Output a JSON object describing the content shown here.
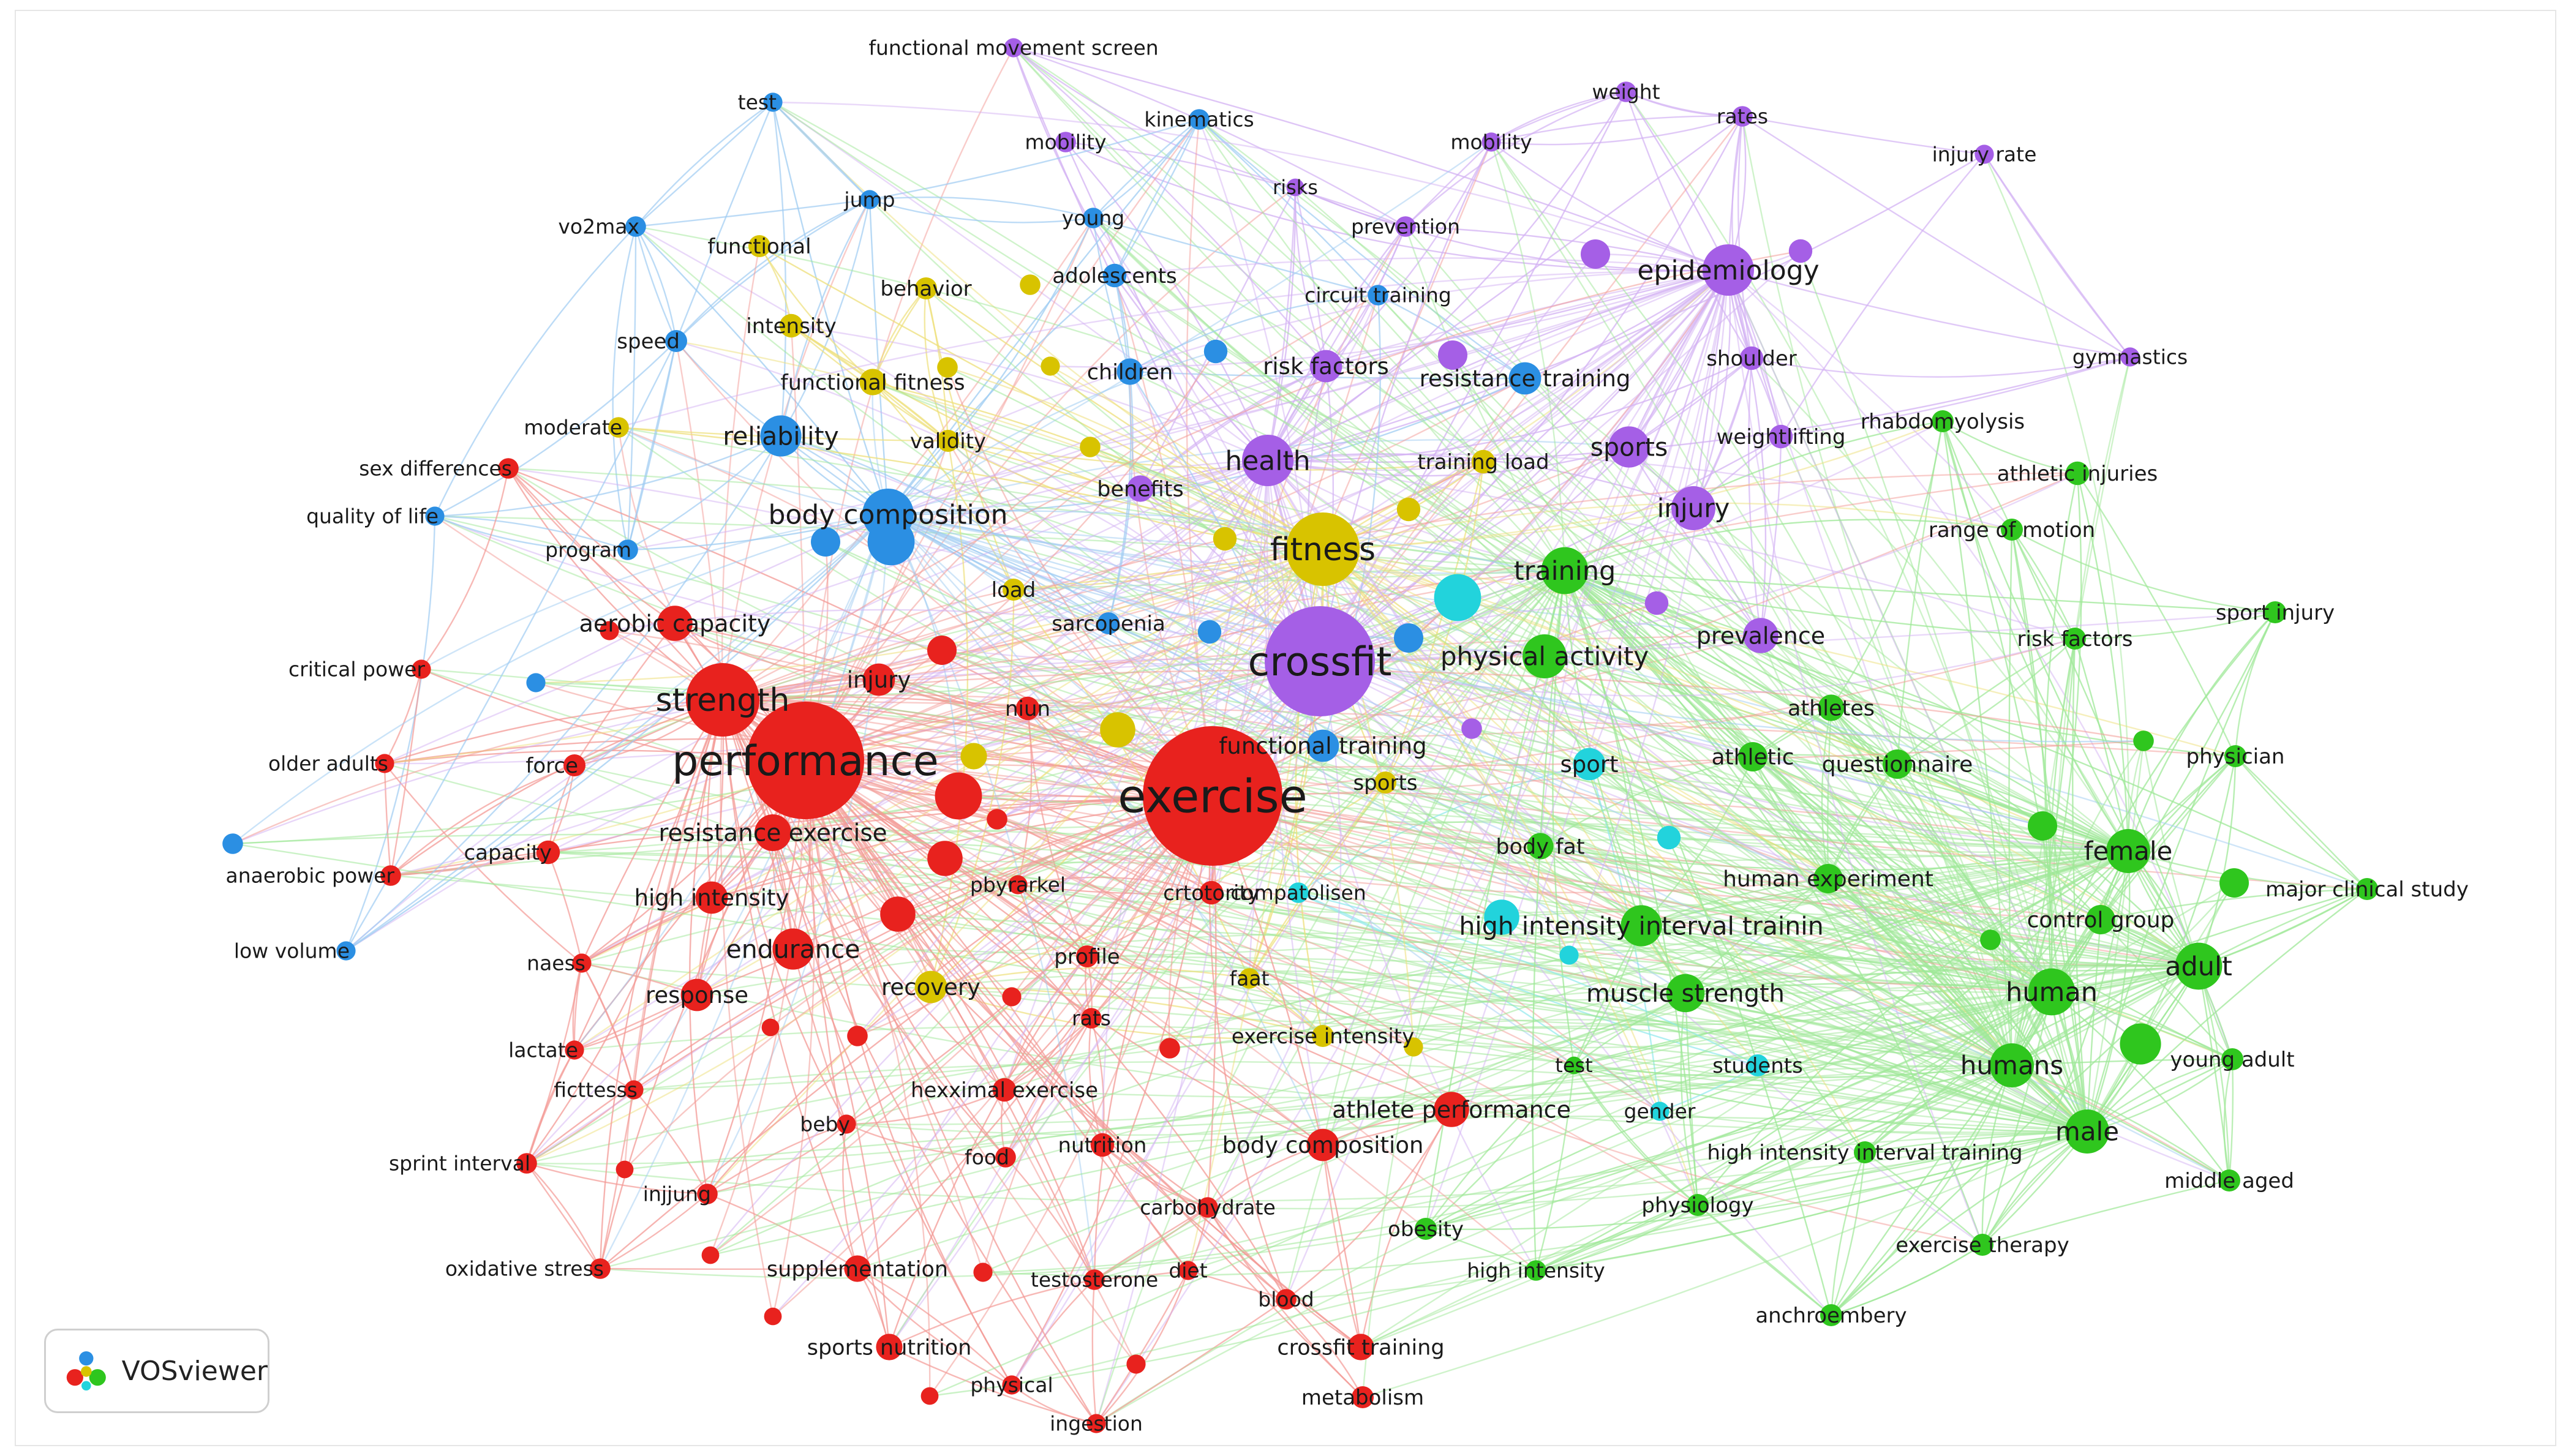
{
  "colors": {
    "red": "#e8221e",
    "green": "#2fc61e",
    "blue": "#2b8fe3",
    "yellow": "#d8c300",
    "purple": "#a55fe6",
    "cyan": "#22d3dc",
    "red_link": "#f39a96",
    "green_link": "#9fe898",
    "blue_link": "#9fccf2",
    "yellow_link": "#eedf7a",
    "purple_link": "#d3b2f3",
    "cyan_link": "#8ee8ec"
  },
  "brand": {
    "label": "VOSviewer",
    "icon": "vosviewer-logo-icon"
  },
  "nodes": [
    {
      "id": "exercise",
      "label": "exercise",
      "c": "red",
      "w": 9.5
    },
    {
      "id": "crossfit",
      "label": "crossfit",
      "c": "purple",
      "w": 7.5
    },
    {
      "id": "performance",
      "label": "performance",
      "c": "red",
      "w": 8
    },
    {
      "id": "strength",
      "label": "strength",
      "c": "red",
      "w": 5
    },
    {
      "id": "fitness",
      "label": "fitness",
      "c": "yellow",
      "w": 5
    },
    {
      "id": "health",
      "label": "health",
      "c": "purple",
      "w": 3.5
    },
    {
      "id": "epidemiology",
      "label": "epidemiology",
      "c": "purple",
      "w": 3.5
    },
    {
      "id": "body_composition_b",
      "label": "body composition",
      "c": "blue",
      "w": 3.5
    },
    {
      "id": "reliability",
      "label": "reliability",
      "c": "blue",
      "w": 2.8
    },
    {
      "id": "training",
      "label": "training",
      "c": "green",
      "w": 3.2
    },
    {
      "id": "physical_activity",
      "label": "physical activity",
      "c": "green",
      "w": 3
    },
    {
      "id": "injury_p",
      "label": "injury",
      "c": "purple",
      "w": 3
    },
    {
      "id": "sports_p",
      "label": "sports",
      "c": "purple",
      "w": 2.8
    },
    {
      "id": "prevalence",
      "label": "prevalence",
      "c": "purple",
      "w": 2.4
    },
    {
      "id": "risk_factors_p",
      "label": "risk factors",
      "c": "purple",
      "w": 2.2
    },
    {
      "id": "resistance_training",
      "label": "resistance training",
      "c": "blue",
      "w": 2.2
    },
    {
      "id": "weightlifting",
      "label": "weightlifting",
      "c": "purple",
      "w": 1.6
    },
    {
      "id": "shoulder",
      "label": "shoulder",
      "c": "purple",
      "w": 1.6
    },
    {
      "id": "training_load",
      "label": "training load",
      "c": "yellow",
      "w": 1.6
    },
    {
      "id": "benefits",
      "label": "benefits",
      "c": "purple",
      "w": 1.8
    },
    {
      "id": "circuit_training",
      "label": "circuit training",
      "c": "blue",
      "w": 1.4
    },
    {
      "id": "prevention",
      "label": "prevention",
      "c": "purple",
      "w": 1.4
    },
    {
      "id": "mobility_p",
      "label": "mobility",
      "c": "purple",
      "w": 1.4
    },
    {
      "id": "weight",
      "label": "weight",
      "c": "purple",
      "w": 1.4
    },
    {
      "id": "rates",
      "label": "rates",
      "c": "purple",
      "w": 1.4
    },
    {
      "id": "injury_rate",
      "label": "injury rate",
      "c": "purple",
      "w": 1.3
    },
    {
      "id": "risks",
      "label": "risks",
      "c": "purple",
      "w": 1.2
    },
    {
      "id": "gymnastics",
      "label": "gymnastics",
      "c": "purple",
      "w": 1.3
    },
    {
      "id": "functional_movement_screen",
      "label": "functional movement screen",
      "c": "purple",
      "w": 1.3
    },
    {
      "id": "mobility_b",
      "label": "mobility",
      "c": "purple",
      "w": 1.3
    },
    {
      "id": "kinematics",
      "label": "kinematics",
      "c": "blue",
      "w": 1.4
    },
    {
      "id": "test_b",
      "label": "test",
      "c": "blue",
      "w": 1.3
    },
    {
      "id": "jump",
      "label": "jump",
      "c": "blue",
      "w": 1.3
    },
    {
      "id": "vo2max",
      "label": "vo2max",
      "c": "blue",
      "w": 1.4
    },
    {
      "id": "speed",
      "label": "speed",
      "c": "blue",
      "w": 1.5
    },
    {
      "id": "young",
      "label": "young",
      "c": "blue",
      "w": 1.4
    },
    {
      "id": "adolescents",
      "label": "adolescents",
      "c": "blue",
      "w": 1.6
    },
    {
      "id": "children",
      "label": "children",
      "c": "blue",
      "w": 1.8
    },
    {
      "id": "functional",
      "label": "functional",
      "c": "yellow",
      "w": 1.5
    },
    {
      "id": "behavior",
      "label": "behavior",
      "c": "yellow",
      "w": 1.5
    },
    {
      "id": "intensity",
      "label": "intensity",
      "c": "yellow",
      "w": 1.6
    },
    {
      "id": "functional_fitness",
      "label": "functional fitness",
      "c": "yellow",
      "w": 1.8
    },
    {
      "id": "validity",
      "label": "validity",
      "c": "yellow",
      "w": 1.5
    },
    {
      "id": "moderate",
      "label": "moderate",
      "c": "yellow",
      "w": 1.4
    },
    {
      "id": "sex_differences",
      "label": "sex differences",
      "c": "red",
      "w": 1.4
    },
    {
      "id": "quality_of_life",
      "label": "quality of life",
      "c": "blue",
      "w": 1.3
    },
    {
      "id": "program",
      "label": "program",
      "c": "blue",
      "w": 1.4
    },
    {
      "id": "load",
      "label": "load",
      "c": "yellow",
      "w": 1.5
    },
    {
      "id": "sarcopenia",
      "label": "sarcopenia",
      "c": "blue",
      "w": 1.5
    },
    {
      "id": "aerobic_capacity",
      "label": "aerobic capacity",
      "c": "red",
      "w": 2.4
    },
    {
      "id": "critical_power",
      "label": "critical power",
      "c": "red",
      "w": 1.3
    },
    {
      "id": "injury_r",
      "label": "injury",
      "c": "red",
      "w": 2.2
    },
    {
      "id": "niun",
      "label": "niun",
      "c": "red",
      "w": 1.6
    },
    {
      "id": "older_adults",
      "label": "older adults",
      "c": "red",
      "w": 1.3
    },
    {
      "id": "force",
      "label": "force",
      "c": "red",
      "w": 1.5
    },
    {
      "id": "resistance_exercise",
      "label": "resistance exercise",
      "c": "red",
      "w": 2.5
    },
    {
      "id": "functional_training",
      "label": "functional training",
      "c": "blue",
      "w": 2.2
    },
    {
      "id": "sports_y",
      "label": "sports",
      "c": "yellow",
      "w": 1.5
    },
    {
      "id": "sport",
      "label": "sport",
      "c": "cyan",
      "w": 2.2
    },
    {
      "id": "athletes",
      "label": "athletes",
      "c": "green",
      "w": 1.8
    },
    {
      "id": "athletic",
      "label": "athletic",
      "c": "green",
      "w": 2
    },
    {
      "id": "questionnaire",
      "label": "questionnaire",
      "c": "green",
      "w": 2
    },
    {
      "id": "physician",
      "label": "physician",
      "c": "green",
      "w": 1.5
    },
    {
      "id": "anaerobic_power",
      "label": "anaerobic power",
      "c": "red",
      "w": 1.4
    },
    {
      "id": "capacity",
      "label": "capacity",
      "c": "red",
      "w": 1.6
    },
    {
      "id": "high_intensity_r",
      "label": "high intensity",
      "c": "red",
      "w": 2.2
    },
    {
      "id": "pbyrarkel",
      "label": "pbyrarkel",
      "c": "red",
      "w": 1.3
    },
    {
      "id": "crtotority",
      "label": "crtotority",
      "c": "red",
      "w": 1.6
    },
    {
      "id": "compatolisen",
      "label": "compatolisen",
      "c": "cyan",
      "w": 1.4
    },
    {
      "id": "body_fat",
      "label": "body fat",
      "c": "green",
      "w": 1.8
    },
    {
      "id": "female",
      "label": "female",
      "c": "green",
      "w": 3
    },
    {
      "id": "human_experiment",
      "label": "human experiment",
      "c": "green",
      "w": 2
    },
    {
      "id": "major_clinical_study",
      "label": "major clinical study",
      "c": "green",
      "w": 1.5
    },
    {
      "id": "low_volume",
      "label": "low volume",
      "c": "blue",
      "w": 1.3
    },
    {
      "id": "naess",
      "label": "naess",
      "c": "red",
      "w": 1.3
    },
    {
      "id": "endurance",
      "label": "endurance",
      "c": "red",
      "w": 2.8
    },
    {
      "id": "hiit",
      "label": "high intensity interval trainin",
      "c": "green",
      "w": 2.8
    },
    {
      "id": "control_group",
      "label": "control group",
      "c": "green",
      "w": 2
    },
    {
      "id": "adult",
      "label": "adult",
      "c": "green",
      "w": 3.2
    },
    {
      "id": "response",
      "label": "response",
      "c": "red",
      "w": 2.2
    },
    {
      "id": "recovery",
      "label": "recovery",
      "c": "yellow",
      "w": 2.2
    },
    {
      "id": "profile",
      "label": "profile",
      "c": "red",
      "w": 1.5
    },
    {
      "id": "faat",
      "label": "faat",
      "c": "yellow",
      "w": 1.4
    },
    {
      "id": "muscle_strength",
      "label": "muscle strength",
      "c": "green",
      "w": 2.6
    },
    {
      "id": "human",
      "label": "human",
      "c": "green",
      "w": 3.2
    },
    {
      "id": "rats",
      "label": "rats",
      "c": "red",
      "w": 1.4
    },
    {
      "id": "exercise_intensity",
      "label": "exercise intensity",
      "c": "yellow",
      "w": 1.5
    },
    {
      "id": "lactate",
      "label": "lactate",
      "c": "red",
      "w": 1.3
    },
    {
      "id": "ficttesss",
      "label": "ficttesss",
      "c": "red",
      "w": 1.3
    },
    {
      "id": "hexximal_exercise",
      "label": "hexximal exercise",
      "c": "red",
      "w": 1.6
    },
    {
      "id": "test_g",
      "label": "test",
      "c": "green",
      "w": 1.2
    },
    {
      "id": "students",
      "label": "students",
      "c": "cyan",
      "w": 1.5
    },
    {
      "id": "humans",
      "label": "humans",
      "c": "green",
      "w": 3
    },
    {
      "id": "young_adult",
      "label": "young adult",
      "c": "green",
      "w": 1.5
    },
    {
      "id": "athlete_performance",
      "label": "athlete performance",
      "c": "red",
      "w": 2.4
    },
    {
      "id": "gender",
      "label": "gender",
      "c": "cyan",
      "w": 1.3
    },
    {
      "id": "beby",
      "label": "beby",
      "c": "red",
      "w": 1.3
    },
    {
      "id": "nutrition",
      "label": "nutrition",
      "c": "red",
      "w": 1.6
    },
    {
      "id": "body_composition_r",
      "label": "body composition",
      "c": "red",
      "w": 2.2
    },
    {
      "id": "male",
      "label": "male",
      "c": "green",
      "w": 3
    },
    {
      "id": "sprint_interval",
      "label": "sprint interval",
      "c": "red",
      "w": 1.4
    },
    {
      "id": "food",
      "label": "food",
      "c": "red",
      "w": 1.4
    },
    {
      "id": "injjung",
      "label": "injjung",
      "c": "red",
      "w": 1.4
    },
    {
      "id": "hiit_training",
      "label": "high intensity interval training",
      "c": "green",
      "w": 1.5
    },
    {
      "id": "middle_aged",
      "label": "middle aged",
      "c": "green",
      "w": 1.5
    },
    {
      "id": "carbohydrate",
      "label": "carbohydrate",
      "c": "red",
      "w": 1.4
    },
    {
      "id": "physiology",
      "label": "physiology",
      "c": "green",
      "w": 1.5
    },
    {
      "id": "obesity",
      "label": "obesity",
      "c": "green",
      "w": 1.5
    },
    {
      "id": "exercise_therapy",
      "label": "exercise therapy",
      "c": "green",
      "w": 1.5
    },
    {
      "id": "oxidative_stress",
      "label": "oxidative stress",
      "c": "red",
      "w": 1.4
    },
    {
      "id": "supplementation",
      "label": "supplementation",
      "c": "red",
      "w": 1.8
    },
    {
      "id": "testosterone",
      "label": "testosterone",
      "c": "red",
      "w": 1.4
    },
    {
      "id": "diet",
      "label": "diet",
      "c": "red",
      "w": 1.3
    },
    {
      "id": "high_intensity_g",
      "label": "high intensity",
      "c": "green",
      "w": 1.4
    },
    {
      "id": "blood",
      "label": "blood",
      "c": "red",
      "w": 1.4
    },
    {
      "id": "anchroembery",
      "label": "anchroembery",
      "c": "green",
      "w": 1.5
    },
    {
      "id": "sports_nutrition",
      "label": "sports nutrition",
      "c": "red",
      "w": 1.8
    },
    {
      "id": "crossfit_training",
      "label": "crossfit training",
      "c": "red",
      "w": 1.8
    },
    {
      "id": "physical",
      "label": "physical",
      "c": "red",
      "w": 1.3
    },
    {
      "id": "metabolism",
      "label": "metabolism",
      "c": "red",
      "w": 1.5
    },
    {
      "id": "ingestion",
      "label": "ingestion",
      "c": "red",
      "w": 1.3
    },
    {
      "id": "rhabdomyolysis",
      "label": "rhabdomyolysis",
      "c": "green",
      "w": 1.5
    },
    {
      "id": "athletic_injuries",
      "label": "athletic injuries",
      "c": "green",
      "w": 1.6
    },
    {
      "id": "range_of_motion",
      "label": "range of motion",
      "c": "green",
      "w": 1.5
    },
    {
      "id": "risk_factors_g",
      "label": "risk factors",
      "c": "green",
      "w": 1.5
    },
    {
      "id": "sport_injury",
      "label": "sport injury",
      "c": "green",
      "w": 1.5
    }
  ]
}
